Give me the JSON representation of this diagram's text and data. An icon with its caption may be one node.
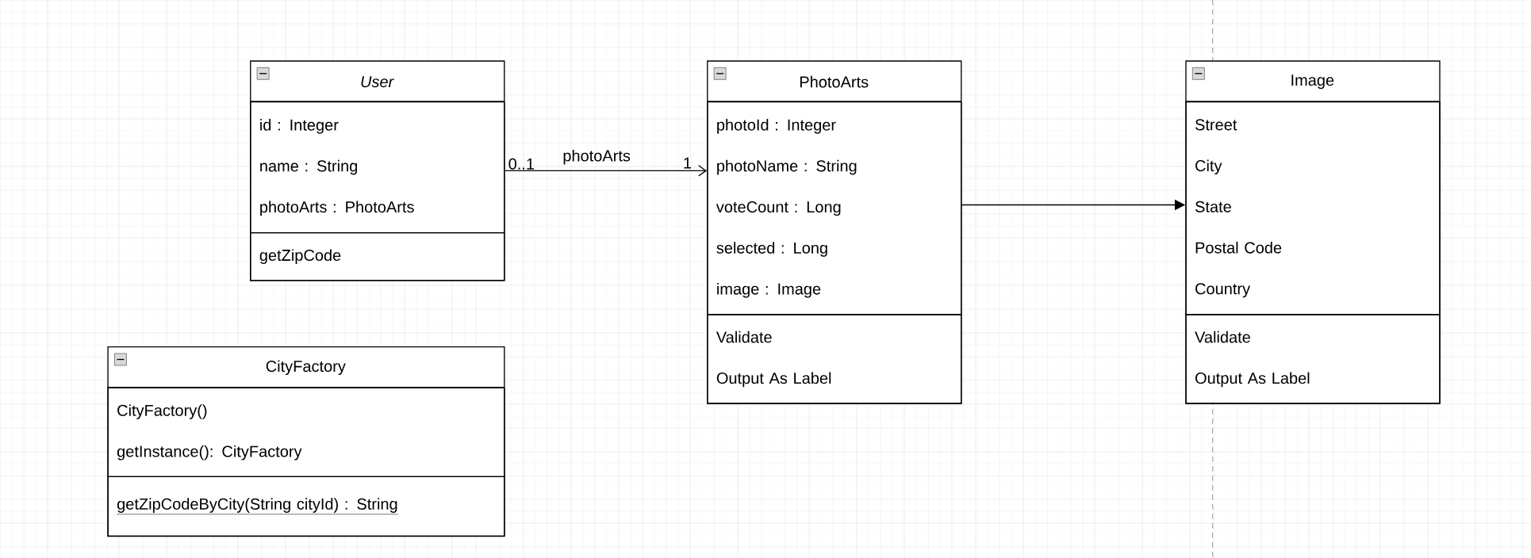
{
  "diagram": {
    "nodes": [
      {
        "text": [
          "User"
        ]
      },
      {
        "text": [
          "id :   Integer",
          "name :   String",
          "photoArts :   PhotoArts"
        ],
        "in": 0
      },
      {
        "text": [
          "getZipCode"
        ],
        "in": 0
      },
      {
        "text": [
          "PhotoArts"
        ]
      },
      {
        "text": [
          "photoId : Integer",
          "photoName : String",
          "voteCount : Long",
          "selected : Long",
          "image : Image"
        ],
        "in": 3
      },
      {
        "text": [
          "Validate",
          "Output As Label"
        ],
        "in": 3
      },
      {
        "text": [
          "Image"
        ]
      },
      {
        "text": [
          "Street",
          "City",
          "State",
          "Postal Code",
          "Country"
        ],
        "in": 6
      },
      {
        "text": [
          "Validate",
          "Output As Label"
        ],
        "in": 6
      },
      {
        "text": [
          "CityFactory"
        ]
      },
      {
        "text": [
          "CityFactory()",
          "getInstance(): CityFactory"
        ],
        "in": 9
      },
      {
        "text": [
          "getZipCodeByCity(String cityId) : String"
        ],
        "in": 9
      }
    ],
    "edges": [
      {
        "from": 1,
        "to": 4,
        "arrow": "to",
        "label": "photoArts"
      },
      {
        "from": 4,
        "to": 7,
        "arrow": "to"
      }
    ],
    "labels": [
      "0..1",
      "1"
    ]
  }
}
